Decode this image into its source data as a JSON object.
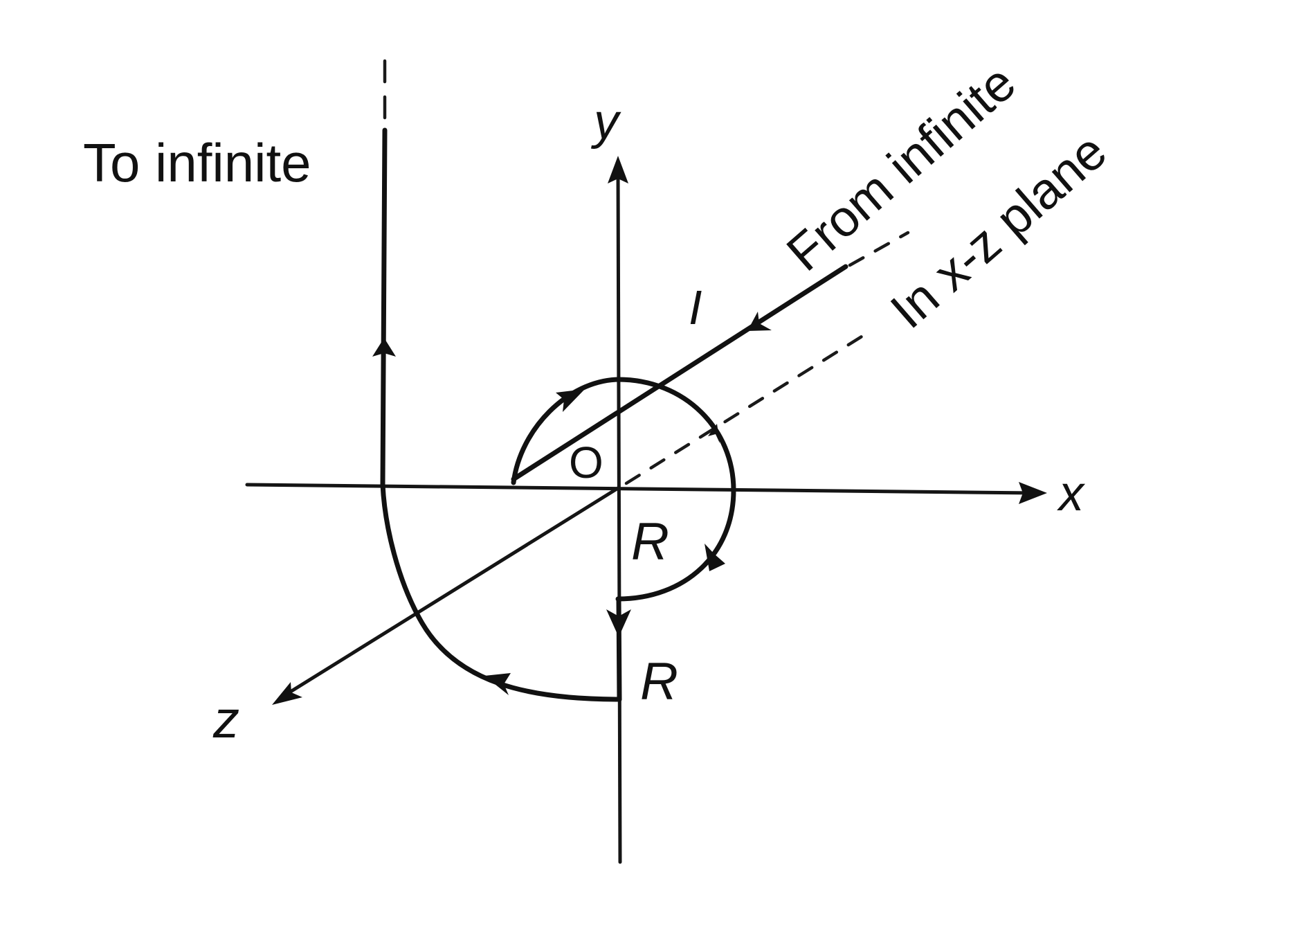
{
  "diagram": {
    "title": "Current-carrying wire with semicircular loops about origin O",
    "labels": {
      "to_infinite": "To infinite",
      "from_infinite": "From infinite",
      "in_xz_plane": "In x-z plane",
      "axis_x": "x",
      "axis_y": "y",
      "axis_z": "z",
      "origin": "O",
      "current": "I",
      "radius_small": "R",
      "radius_large": "R"
    },
    "colors": {
      "ink": "#111111",
      "background": "#ffffff"
    },
    "segments": [
      {
        "name": "incoming-wire",
        "description": "Straight wire from infinity in x-z plane to origin region",
        "direction": "toward origin"
      },
      {
        "name": "small-semicircle-xz",
        "description": "Semicircle of radius R in x-z plane",
        "direction": "arrow along arc"
      },
      {
        "name": "small-semicircle-xy",
        "description": "Quarter/semicircle of radius R crossing +x axis down to -y",
        "direction": "clockwise"
      },
      {
        "name": "y-axis-segment",
        "description": "Straight segment along -y from R to 2R",
        "direction": "downward"
      },
      {
        "name": "large-semicircle",
        "description": "Semicircle of radius 2R from -y axis to -x side",
        "direction": "toward -x"
      },
      {
        "name": "outgoing-wire",
        "description": "Vertical wire going to infinity parallel to y",
        "direction": "upward"
      }
    ]
  }
}
